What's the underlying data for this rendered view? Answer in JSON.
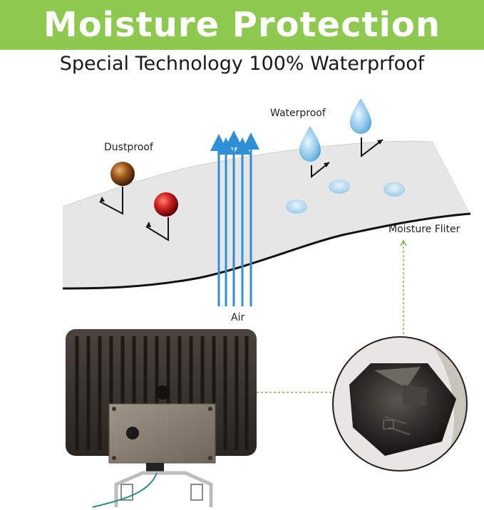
{
  "banner": {
    "title": "Moisture Protection",
    "color": "#8cc94e"
  },
  "subtitle": "Special Technology 100% Waterprfoof",
  "labels": {
    "dustproof": "Dustproof",
    "waterproof": "Waterproof",
    "moisture_filter": "Moisture Fliter",
    "air": "Air"
  },
  "colors": {
    "membrane": "#e6e6e6",
    "air_arrow": "#2e8fd6",
    "dust_particle": "#8b4a12",
    "red_particle": "#c81e1e",
    "water_drop": "#8fc8ec",
    "guide_line": "#7ab648",
    "fixture_body": "#3a3430",
    "mount_plate": "#8a7f72"
  },
  "icons": {
    "dust": "dust-particle-icon",
    "water": "water-drop-icon",
    "air": "air-flow-arrow-icon"
  }
}
